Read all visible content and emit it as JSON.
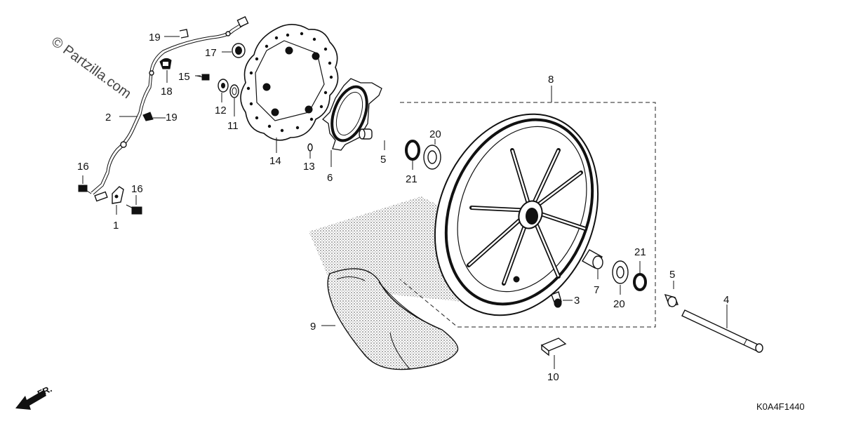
{
  "watermark": "© Partzilla.com",
  "diagram_code": "K0A4F1440",
  "direction_label": "FR.",
  "callouts": {
    "c1": "1",
    "c2": "2",
    "c3": "3",
    "c4": "4",
    "c5a": "5",
    "c5b": "5",
    "c6": "6",
    "c7": "7",
    "c8": "8",
    "c9": "9",
    "c10": "10",
    "c11": "11",
    "c12": "12",
    "c13": "13",
    "c14": "14",
    "c15": "15",
    "c16a": "16",
    "c16b": "16",
    "c17": "17",
    "c18": "18",
    "c19a": "19",
    "c19b": "19",
    "c20a": "20",
    "c20b": "20",
    "c21a": "21",
    "c21b": "21"
  },
  "parts": [
    {
      "ref": "1",
      "name": "speed-sensor-bracket"
    },
    {
      "ref": "2",
      "name": "abs-sensor-cable"
    },
    {
      "ref": "3",
      "name": "tire-valve"
    },
    {
      "ref": "4",
      "name": "front-axle"
    },
    {
      "ref": "5",
      "name": "axle-collar"
    },
    {
      "ref": "6",
      "name": "pulser-ring"
    },
    {
      "ref": "7",
      "name": "distance-collar"
    },
    {
      "ref": "8",
      "name": "front-wheel"
    },
    {
      "ref": "9",
      "name": "front-tire"
    },
    {
      "ref": "10",
      "name": "balance-weight"
    },
    {
      "ref": "11",
      "name": "washer"
    },
    {
      "ref": "12",
      "name": "disc-bolt"
    },
    {
      "ref": "13",
      "name": "small-washer"
    },
    {
      "ref": "14",
      "name": "brake-disc"
    },
    {
      "ref": "15",
      "name": "bolt"
    },
    {
      "ref": "16",
      "name": "flange-bolt"
    },
    {
      "ref": "17",
      "name": "grommet"
    },
    {
      "ref": "18",
      "name": "cable-clamp"
    },
    {
      "ref": "19",
      "name": "cable-clip"
    },
    {
      "ref": "20",
      "name": "radial-bearing"
    },
    {
      "ref": "21",
      "name": "dust-seal"
    }
  ]
}
